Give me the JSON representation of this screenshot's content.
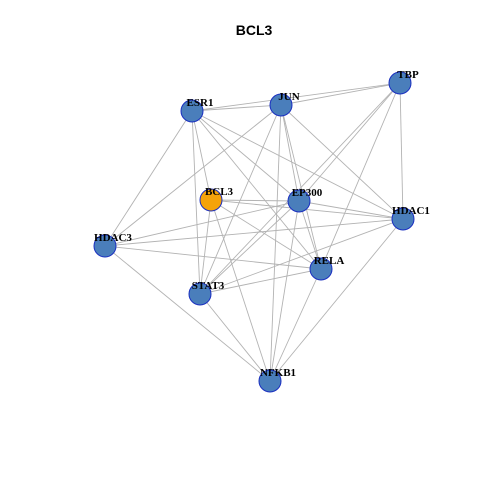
{
  "title": "BCL3",
  "colors": {
    "node_default": "#4a7ebb",
    "node_focus": "#f5a30a",
    "edge": "#b3b3b3",
    "node_border": "#1a2fc0"
  },
  "nodes": [
    {
      "id": "BCL3",
      "label": "BCL3",
      "focus": true
    },
    {
      "id": "JUN",
      "label": "JUN",
      "focus": false
    },
    {
      "id": "ESR1",
      "label": "ESR1",
      "focus": false
    },
    {
      "id": "TBP",
      "label": "TBP",
      "focus": false
    },
    {
      "id": "EP300",
      "label": "EP300",
      "focus": false
    },
    {
      "id": "HDAC1",
      "label": "HDAC1",
      "focus": false
    },
    {
      "id": "HDAC3",
      "label": "HDAC3",
      "focus": false
    },
    {
      "id": "RELA",
      "label": "RELA",
      "focus": false
    },
    {
      "id": "STAT3",
      "label": "STAT3",
      "focus": false
    },
    {
      "id": "NFKB1",
      "label": "NFKB1",
      "focus": false
    }
  ],
  "edges": [
    [
      "BCL3",
      "EP300"
    ],
    [
      "BCL3",
      "HDAC1"
    ],
    [
      "BCL3",
      "RELA"
    ],
    [
      "BCL3",
      "STAT3"
    ],
    [
      "BCL3",
      "NFKB1"
    ],
    [
      "BCL3",
      "ESR1"
    ],
    [
      "ESR1",
      "JUN"
    ],
    [
      "ESR1",
      "TBP"
    ],
    [
      "ESR1",
      "HDAC3"
    ],
    [
      "ESR1",
      "EP300"
    ],
    [
      "ESR1",
      "STAT3"
    ],
    [
      "ESR1",
      "RELA"
    ],
    [
      "ESR1",
      "HDAC1"
    ],
    [
      "JUN",
      "TBP"
    ],
    [
      "JUN",
      "HDAC3"
    ],
    [
      "JUN",
      "EP300"
    ],
    [
      "JUN",
      "STAT3"
    ],
    [
      "JUN",
      "RELA"
    ],
    [
      "JUN",
      "HDAC1"
    ],
    [
      "JUN",
      "NFKB1"
    ],
    [
      "TBP",
      "EP300"
    ],
    [
      "TBP",
      "STAT3"
    ],
    [
      "TBP",
      "RELA"
    ],
    [
      "TBP",
      "HDAC1"
    ],
    [
      "EP300",
      "HDAC3"
    ],
    [
      "EP300",
      "HDAC1"
    ],
    [
      "EP300",
      "RELA"
    ],
    [
      "EP300",
      "STAT3"
    ],
    [
      "EP300",
      "NFKB1"
    ],
    [
      "HDAC3",
      "RELA"
    ],
    [
      "HDAC3",
      "NFKB1"
    ],
    [
      "HDAC3",
      "HDAC1"
    ],
    [
      "STAT3",
      "HDAC1"
    ],
    [
      "STAT3",
      "NFKB1"
    ],
    [
      "STAT3",
      "RELA"
    ],
    [
      "RELA",
      "NFKB1"
    ],
    [
      "HDAC1",
      "NFKB1"
    ]
  ]
}
